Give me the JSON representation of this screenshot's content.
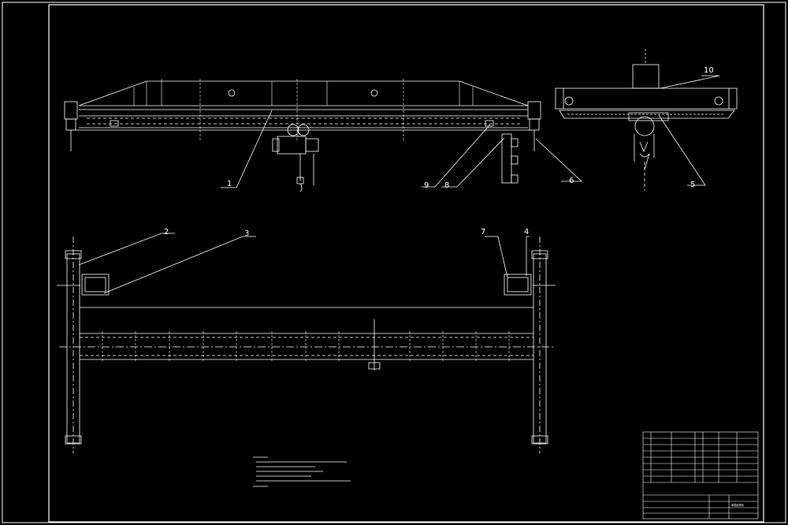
{
  "callouts": [
    {
      "label": "1"
    },
    {
      "label": "2"
    },
    {
      "label": "3"
    },
    {
      "label": "4"
    },
    {
      "label": "5"
    },
    {
      "label": "6"
    },
    {
      "label": "7"
    },
    {
      "label": "8"
    },
    {
      "label": "9"
    },
    {
      "label": "10"
    }
  ],
  "title_block": {
    "drawing_title": "单梁起重机"
  },
  "colors": {
    "background": "#000000",
    "lines": "#ffffff",
    "hidden_lines": "#ffffff"
  }
}
